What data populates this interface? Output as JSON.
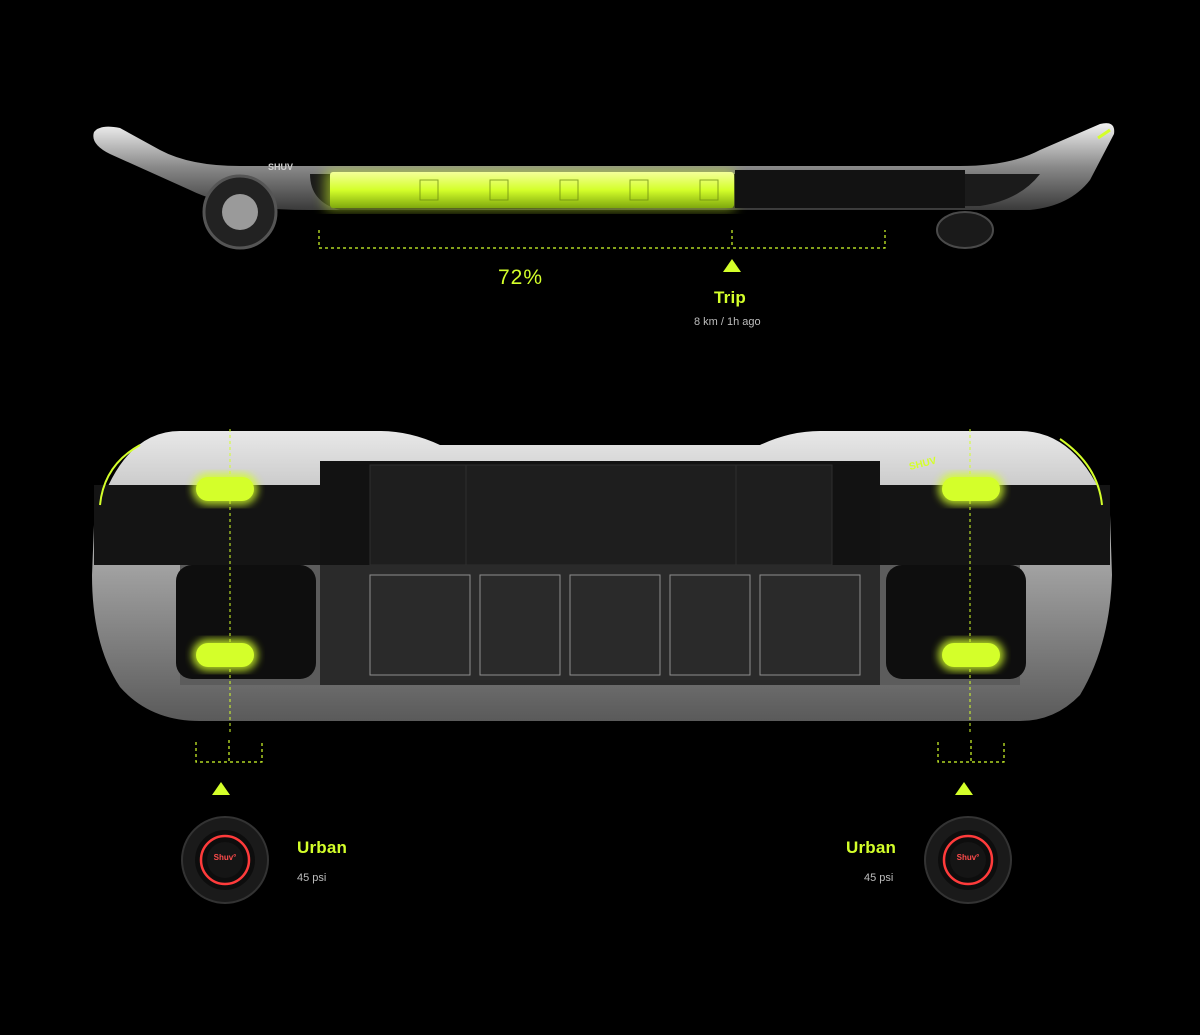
{
  "colors": {
    "accent": "#d4ff2a",
    "background": "#000000",
    "chrome": "#c9c9c9",
    "wheel_ring": "#ff3b3b"
  },
  "side_view": {
    "battery_percent_text": "72%",
    "battery_level": 0.72,
    "trip": {
      "title": "Trip",
      "detail": "8 km / 1h ago"
    },
    "brand_mark": "SHUV"
  },
  "top_view": {
    "brand_mark": "SHUV",
    "left_wheel": {
      "title": "Urban",
      "pressure": "45 psi",
      "badge": "Shuv°"
    },
    "right_wheel": {
      "title": "Urban",
      "pressure": "45 psi",
      "badge": "Shuv°"
    }
  },
  "icons": {
    "marker": "triangle-up-icon",
    "wheel": "wheel-icon"
  }
}
